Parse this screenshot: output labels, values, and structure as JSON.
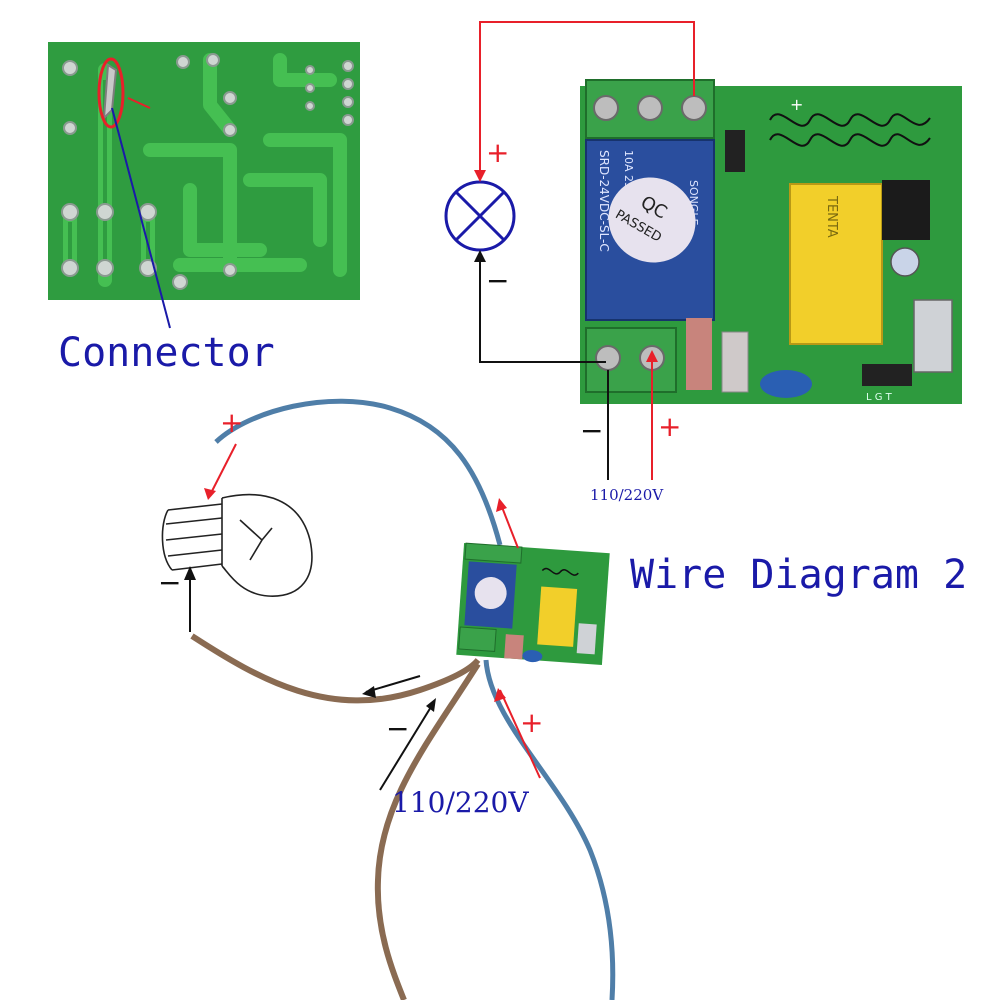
{
  "labels": {
    "connector": "Connector",
    "wire_diagram": "Wire Diagram 2",
    "voltage_top": "110/220V",
    "voltage_bottom": "110/220V",
    "plus": "+",
    "minus": "−"
  },
  "relay": {
    "qc_line1": "QC",
    "qc_line2": "PASSED",
    "relay_text": "SRD-24VDC-SL-C",
    "relay_brand": "SONGLE",
    "relay_rating": "10A 250VAC",
    "cap_text": "TENTA",
    "pin_labels": "L G T"
  },
  "colors": {
    "pcb_green": "#2e9a3e",
    "pcb_trace": "#3fb84c",
    "relay_blue": "#2a4e9e",
    "cap_yellow": "#f2cf2a",
    "wire_blue": "#4f7ea8",
    "wire_brown": "#8a6b52",
    "annotation_red": "#e8202a",
    "label_blue": "#1a1aa8"
  }
}
